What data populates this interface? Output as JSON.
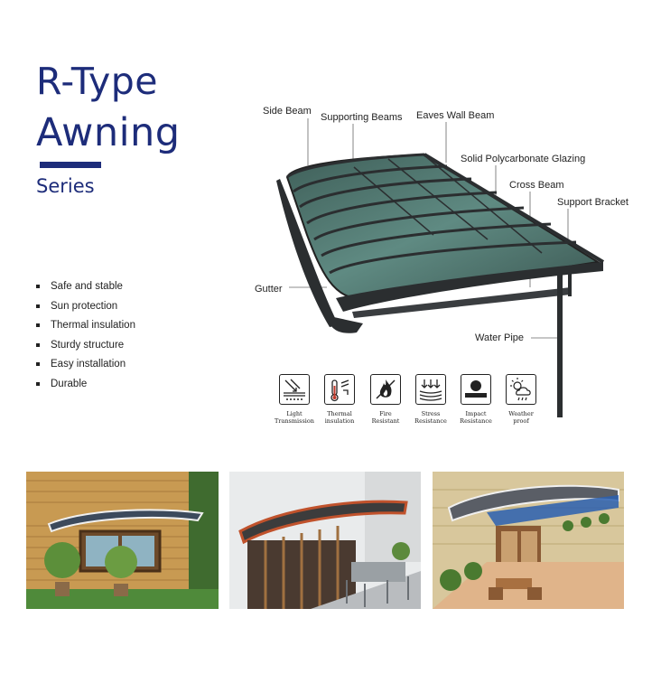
{
  "title": {
    "line1": "R-Type",
    "line2": "Awning",
    "subtitle": "Series"
  },
  "features": [
    "Safe and stable",
    "Sun protection",
    "Thermal insulation",
    "Sturdy structure",
    "Easy installation",
    "Durable"
  ],
  "parts": {
    "side_beam": "Side Beam",
    "supporting_beams": "Supporting Beams",
    "eaves_wall_beam": "Eaves Wall Beam",
    "glazing": "Solid Polycarbonate Glazing",
    "cross_beam": "Cross Beam",
    "support_bracket": "Support Bracket",
    "gutter": "Gutter",
    "water_pipe": "Water Pipe"
  },
  "properties": [
    {
      "icon": "light-transmission-icon",
      "line1": "Light",
      "line2": "Transmission"
    },
    {
      "icon": "thermal-insulation-icon",
      "line1": "Thermal",
      "line2": "insulation"
    },
    {
      "icon": "fire-resistant-icon",
      "line1": "Fire",
      "line2": "Resistant"
    },
    {
      "icon": "stress-resistance-icon",
      "line1": "Stress",
      "line2": "Resistance"
    },
    {
      "icon": "impact-resistance-icon",
      "line1": "Impact",
      "line2": "Resistance"
    },
    {
      "icon": "weather-proof-icon",
      "line1": "Weather",
      "line2": "proof"
    }
  ],
  "colors": {
    "brand": "#1d2c7a",
    "frame": "#2b2e30",
    "glazing": "#4a6a64"
  }
}
